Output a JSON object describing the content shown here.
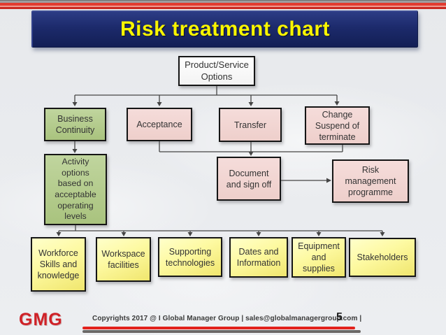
{
  "title": "Risk treatment chart",
  "nodes": {
    "product": {
      "label": "Product/Service\nOptions",
      "color": "white"
    },
    "business": {
      "label": "Business\nContinuity",
      "color": "green"
    },
    "acceptance": {
      "label": "Acceptance",
      "color": "pink"
    },
    "transfer": {
      "label": "Transfer",
      "color": "pink"
    },
    "change": {
      "label": "Change\nSuspend of\nterminate",
      "color": "pink"
    },
    "activity": {
      "label": "Activity\noptions\nbased on\nacceptable\noperating\nlevels",
      "color": "green"
    },
    "document": {
      "label": "Document\nand sign off",
      "color": "pink"
    },
    "risk": {
      "label": "Risk\nmanagement\nprogramme",
      "color": "pink"
    },
    "workforce": {
      "label": "Workforce\nSkills and\nknowledge",
      "color": "yellow"
    },
    "workspace": {
      "label": "Workspace\nfacilities",
      "color": "yellow"
    },
    "supporting": {
      "label": "Supporting\ntechnologies",
      "color": "yellow"
    },
    "dates": {
      "label": "Dates and\nInformation",
      "color": "yellow"
    },
    "equipment": {
      "label": "Equipment\nand\nsupplies",
      "color": "yellow"
    },
    "stakeholders": {
      "label": "Stakeholders",
      "color": "yellow"
    }
  },
  "edges": [
    "Product/Service Options -> Business Continuity",
    "Product/Service Options -> Acceptance",
    "Product/Service Options -> Transfer",
    "Product/Service Options -> Change Suspend of terminate",
    "Business Continuity -> Activity options based on acceptable operating levels",
    "Acceptance -> Document and sign off",
    "Transfer -> Document and sign off",
    "Change Suspend of terminate -> Document and sign off",
    "Document and sign off -> Risk management programme",
    "Activity options -> Workforce Skills and knowledge",
    "Activity options -> Workspace facilities",
    "Activity options -> Supporting technologies",
    "Activity options -> Dates and Information",
    "Activity options -> Equipment and supplies",
    "Activity options -> Stakeholders"
  ],
  "footer": {
    "logo": "GMG",
    "copyright": "Copyrights 2017 @ I Global Manager Group  |  sales@globalmanagergroup.com |",
    "page_number": "5"
  },
  "colors": {
    "title_bg": "#1c2a6b",
    "title_text": "#f8f500",
    "green_box": "#b4cb8e",
    "pink_box": "#f2d6d3",
    "yellow_box": "#fdf89b",
    "white_box": "#fdfdfd",
    "connector": "#454545",
    "stripe_red": "#e23b30",
    "stripe_gray": "#9d9da0",
    "logo_red": "#cf2127",
    "footer_line_red": "#e2221d",
    "footer_line_gray": "#6b6766"
  }
}
